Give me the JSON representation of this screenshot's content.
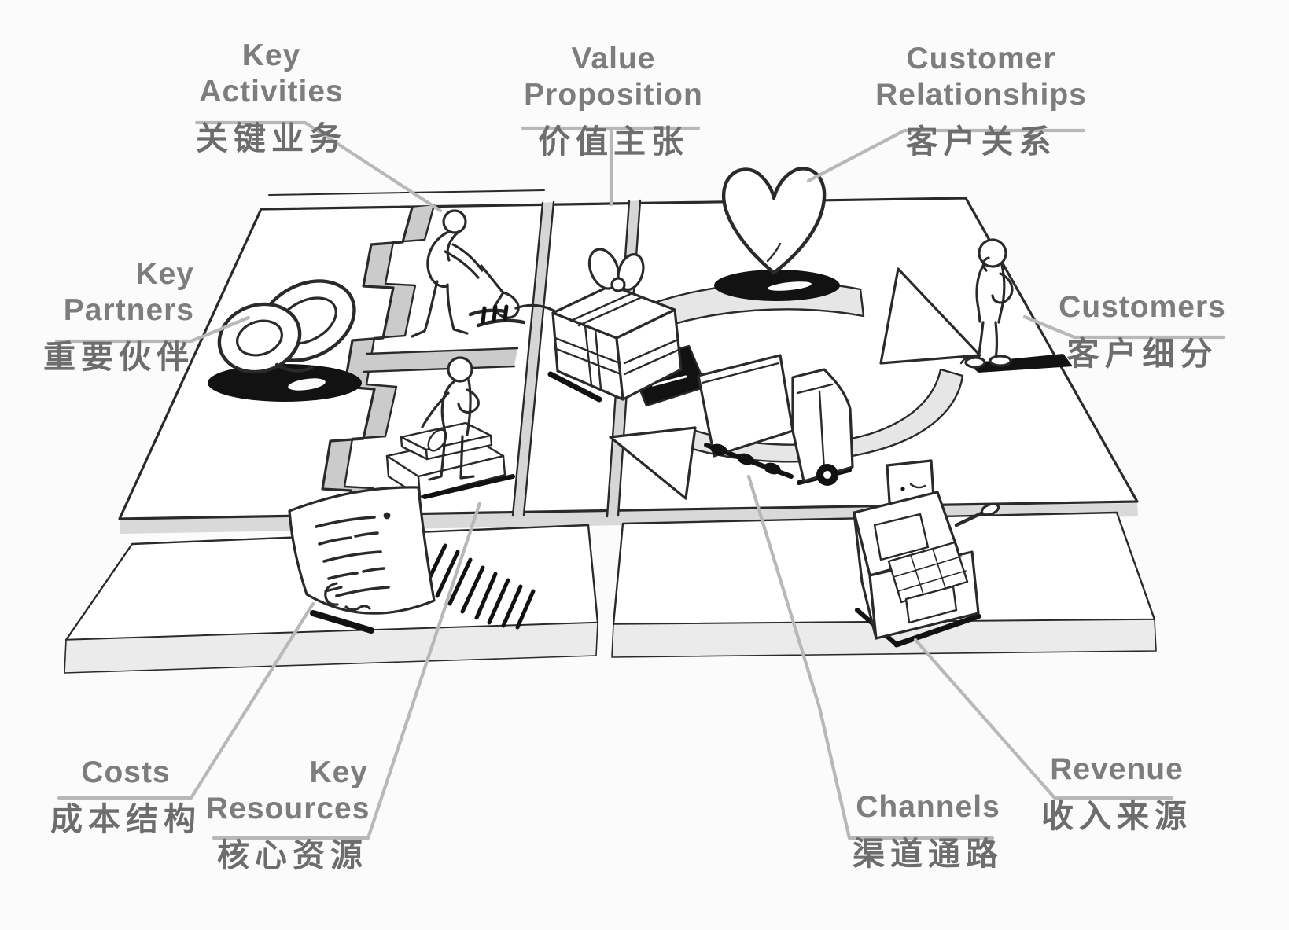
{
  "diagram": {
    "background": "#fbfbfb",
    "ink_color": "#2a2a2a",
    "label_color": "#7d7d7d",
    "zh_label_color": "#6d6d6d",
    "leader_line_color": "#b8b8b8",
    "shadow_color": "#121212"
  },
  "sections": {
    "key_partners": {
      "line1": "Key",
      "line2": "Partners",
      "zh": "重要伙伴",
      "icon": "interlocked-rings-icon"
    },
    "key_activities": {
      "line1": "Key",
      "line2": "Activities",
      "zh": "关键业务",
      "icon": "digging-person-icon"
    },
    "key_resources": {
      "line1": "Key",
      "line2": "Resources",
      "zh": "核心资源",
      "icon": "worker-with-toolbox-icon"
    },
    "value_proposition": {
      "line1": "Value",
      "line2": "Proposition",
      "zh": "价值主张",
      "icon": "gift-box-icon"
    },
    "customer_relationships": {
      "line1": "Customer",
      "line2": "Relationships",
      "zh": "客户关系",
      "icon": "heart-icon"
    },
    "customers": {
      "line1": "Customers",
      "zh": "客户细分",
      "icon": "standing-person-icon"
    },
    "channels": {
      "line1": "Channels",
      "zh": "渠道通路",
      "icon": "delivery-truck-icon"
    },
    "costs": {
      "line1": "Costs",
      "zh": "成本结构",
      "icon": "invoice-document-icon"
    },
    "revenue": {
      "line1": "Revenue",
      "zh": "收入来源",
      "icon": "cash-register-icon"
    }
  }
}
